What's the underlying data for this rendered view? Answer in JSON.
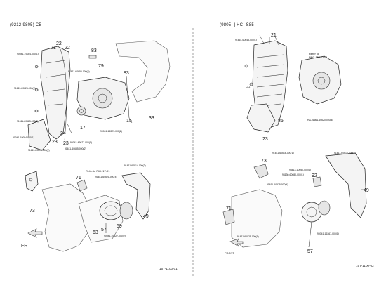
{
  "left_panel": {
    "header": "(9212-9805) CB",
    "footer": "15T-1100-01",
    "big_labels": [
      "21",
      "22",
      "22",
      "83",
      "79",
      "83",
      "15",
      "33",
      "17",
      "24",
      "23",
      "23",
      "71",
      "73",
      "63",
      "57",
      "59",
      "49"
    ],
    "part_numbers": [
      "90041-19084-000(1)",
      "91611-60650-000(3)",
      "91611-60625-000(9)",
      "91611-60625-000(2)",
      "90041-19084-000(1)",
      "91611-60616-000(2)",
      "90041-16327-000(2)",
      "90042-49077-000(1)",
      "91611-40635-000(2)",
      "91611-60814-000(2)",
      "91611-60621-000(4)",
      "90041-16327-000(2)"
    ],
    "notes": [
      "Refer to FIG. 17-01"
    ],
    "direction": "FR"
  },
  "right_panel": {
    "header": "(9805-    ] HC··S85",
    "footer": "15T-1100-02",
    "big_labels": [
      "21",
      "85",
      "23",
      "73",
      "92",
      "49",
      "71",
      "57"
    ],
    "part_numbers": [
      "91661-60645-000(1)",
      "91611-60616-000(1)",
      "91611-60612-000(1)",
      "94613-10050-000(1)",
      "94130-60680-000(1)",
      "91611-60525-000(4)",
      "91611-61025-000(1)",
      "90041-16367-000(1)"
    ],
    "notes": [
      "Refer to",
      "PNC 15010/15",
      "N.A.",
      "HA-91661-60620-000(6)"
    ],
    "direction": "FRONT"
  },
  "colors": {
    "ink": "#1a1a1a",
    "paper": "#ffffff"
  }
}
